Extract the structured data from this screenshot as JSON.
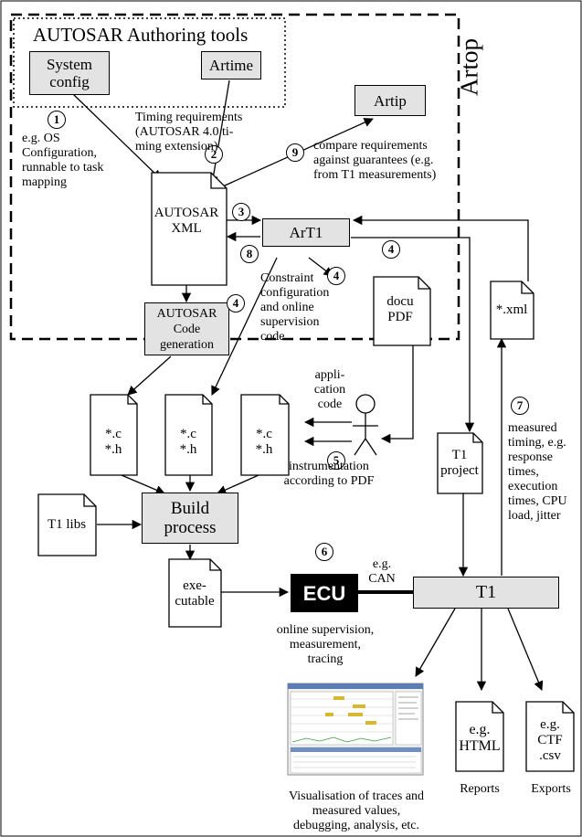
{
  "artop": {
    "label": "Artop"
  },
  "authoring": {
    "title": "AUTOSAR Authoring tools",
    "system_config": "System\nconfig",
    "artime": "Artime"
  },
  "artip": "Artip",
  "art1": "ArT1",
  "autosar_xml": "AUTOSAR\nXML",
  "code_generation": "AUTOSAR\nCode\ngeneration",
  "docu_pdf": "docu\nPDF",
  "xml_file": "*.xml",
  "c_files": [
    "*.c\n*.h",
    "*.c\n*.h",
    "*.c\n*.h"
  ],
  "t1_project": "T1\nproject",
  "t1_libs": "T1 libs",
  "build_process": "Build\nprocess",
  "executable": "exe-\ncutable",
  "ecu": "ECU",
  "t1": "T1",
  "html_doc": "e.g.\nHTML",
  "ctf_doc": "e.g.\nCTF\n.csv",
  "steps": [
    "1",
    "2",
    "3",
    "4",
    "4",
    "4",
    "5",
    "6",
    "7",
    "8",
    "9"
  ],
  "annotations": {
    "step1": "e.g. OS\nConfiguration,\nrunnable to task\nmapping",
    "step2": "Timing requirements\n(AUTOSAR 4.0 ti-\nming extension)",
    "step9": "compare requirements\nagainst guarantees (e.g.\nfrom T1 measurements)",
    "constraint": "Constraint\nconfiguration\nand online\nsupervision\ncode",
    "application_code": "appli-\ncation\ncode",
    "instrumentation": "instrumentation\naccording to PDF",
    "can": "e.g.\nCAN",
    "ecu_caption": "online supervision,\nmeasurement,\ntracing",
    "measured": "measured\ntiming, e.g.\nresponse\ntimes,\nexecution\ntimes, CPU\nload, jitter",
    "visualisation": "Visualisation of traces and\nmeasured values,\ndebugging, analysis, etc.",
    "reports": "Reports",
    "exports": "Exports"
  },
  "colors": {
    "box_fill": "#e3e3e3",
    "ecu_fill": "#000000",
    "ecu_text": "#ffffff",
    "line": "#000000"
  }
}
